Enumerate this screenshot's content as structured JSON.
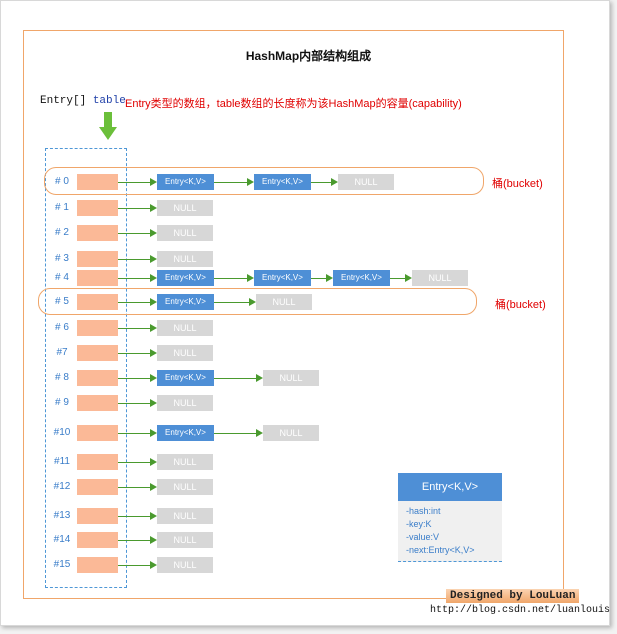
{
  "title": "HashMap内部结构组成",
  "table_label": {
    "type": "Entry[]",
    "name": "table"
  },
  "table_description": "Entry类型的数组，table数组的长度称为该HashMap的容量(capability)",
  "bucket_label": "桶(bucket)",
  "entry_text": "Entry<K,V>",
  "null_text": "NULL",
  "colors": {
    "entry": "#4e8fd6",
    "null": "#d7d7d7",
    "cell": "#fbb997",
    "arrow": "#4a9a2e",
    "highlight": "#f0a66a",
    "note": "#e00000"
  },
  "rows": [
    {
      "label": "# 0",
      "chain_length": 2,
      "bucket": true
    },
    {
      "label": "# 1",
      "chain_length": 0
    },
    {
      "label": "# 2",
      "chain_length": 0
    },
    {
      "label": "# 3",
      "chain_length": 0
    },
    {
      "label": "# 4",
      "chain_length": 3
    },
    {
      "label": "# 5",
      "chain_length": 1,
      "bucket": true
    },
    {
      "label": "# 6",
      "chain_length": 0
    },
    {
      "label": "#7",
      "chain_length": 0
    },
    {
      "label": "# 8",
      "chain_length": 1
    },
    {
      "label": "# 9",
      "chain_length": 0
    },
    {
      "label": "#10",
      "chain_length": 1
    },
    {
      "label": "#11",
      "chain_length": 0
    },
    {
      "label": "#12",
      "chain_length": 0
    },
    {
      "label": "#13",
      "chain_length": 0
    },
    {
      "label": "#14",
      "chain_length": 0
    },
    {
      "label": "#15",
      "chain_length": 0
    }
  ],
  "legend": {
    "title": "Entry<K,V>",
    "fields": [
      "-hash:int",
      "-key:K",
      "-value:V",
      "-next:Entry<K,V>"
    ]
  },
  "credit": "Designed by LouLuan",
  "url": "http://blog.csdn.net/luanlouis"
}
